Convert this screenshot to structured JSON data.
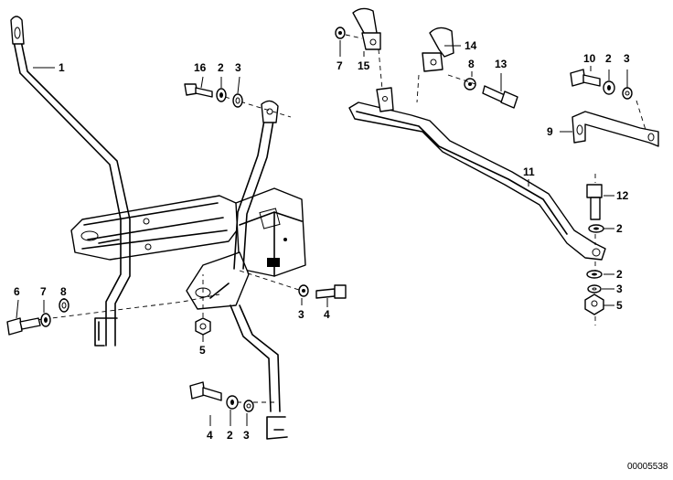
{
  "callouts": [
    {
      "id": "c1",
      "label": "1"
    },
    {
      "id": "c16",
      "label": "16"
    },
    {
      "id": "c2a",
      "label": "2"
    },
    {
      "id": "c3a",
      "label": "3"
    },
    {
      "id": "c6",
      "label": "6"
    },
    {
      "id": "c7a",
      "label": "7"
    },
    {
      "id": "c8a",
      "label": "8"
    },
    {
      "id": "c3b",
      "label": "3"
    },
    {
      "id": "c4a",
      "label": "4"
    },
    {
      "id": "c5a",
      "label": "5"
    },
    {
      "id": "c4b",
      "label": "4"
    },
    {
      "id": "c2b",
      "label": "2"
    },
    {
      "id": "c3c",
      "label": "3"
    },
    {
      "id": "c7b",
      "label": "7"
    },
    {
      "id": "c15",
      "label": "15"
    },
    {
      "id": "c14",
      "label": "14"
    },
    {
      "id": "c8b",
      "label": "8"
    },
    {
      "id": "c13",
      "label": "13"
    },
    {
      "id": "c10",
      "label": "10"
    },
    {
      "id": "c2c",
      "label": "2"
    },
    {
      "id": "c3d",
      "label": "3"
    },
    {
      "id": "c9",
      "label": "9"
    },
    {
      "id": "c11",
      "label": "11"
    },
    {
      "id": "c12",
      "label": "12"
    },
    {
      "id": "c2d",
      "label": "2"
    },
    {
      "id": "c2e",
      "label": "2"
    },
    {
      "id": "c3e",
      "label": "3"
    },
    {
      "id": "c5b",
      "label": "5"
    }
  ],
  "reference_number": "00005538"
}
